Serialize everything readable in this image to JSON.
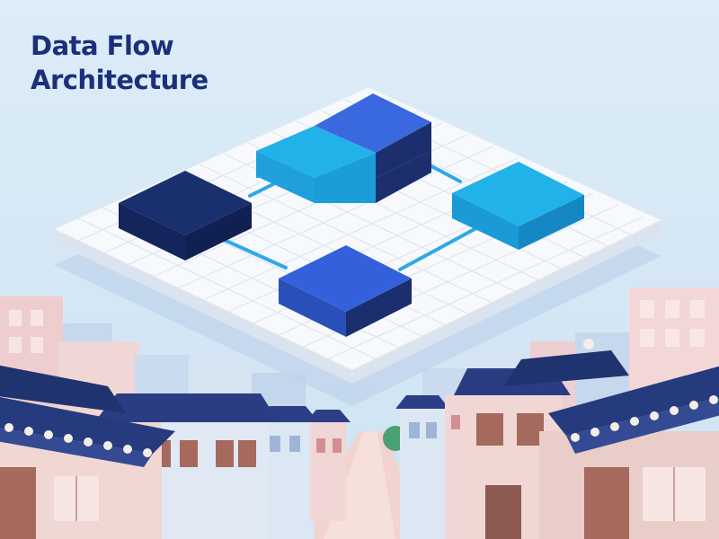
{
  "title": {
    "line1": "Data Flow",
    "line2": "Architecture"
  },
  "diagram": {
    "nodes": [
      {
        "id": "node-dark-left",
        "color": "#1a2f6e"
      },
      {
        "id": "node-top-blue",
        "color": "#3a68de"
      },
      {
        "id": "node-top-light",
        "color": "#22b2ea"
      },
      {
        "id": "node-right-light",
        "color": "#22b2ea"
      },
      {
        "id": "node-bottom-blue",
        "color": "#3461db"
      }
    ],
    "connections": [
      {
        "from": "node-dark-left",
        "to": "node-top-light"
      },
      {
        "from": "node-top-blue",
        "to": "node-right-light"
      },
      {
        "from": "node-dark-left",
        "to": "node-bottom-blue"
      },
      {
        "from": "node-bottom-blue",
        "to": "node-right-light"
      }
    ],
    "connector_color": "#2ea8e6"
  },
  "colors": {
    "sky": "#dcebf7",
    "title": "#1b2f7a",
    "platform": "#f7f9fc",
    "roof": "#2c3f86"
  }
}
